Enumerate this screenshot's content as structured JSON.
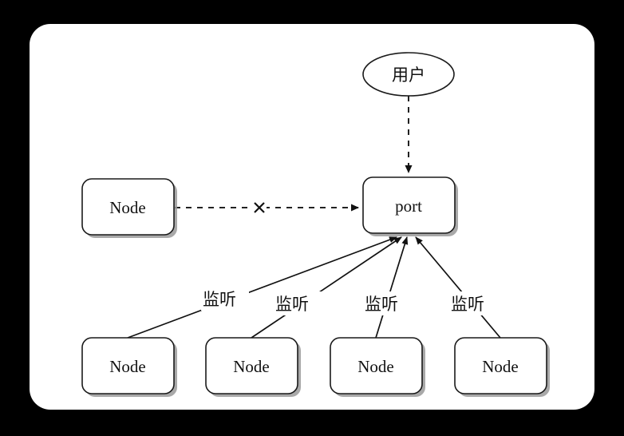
{
  "canvas": {
    "background_color": "#000000",
    "surface_color": "#ffffff"
  },
  "diagram": {
    "type": "node-port-listener-diagram",
    "actor": {
      "shape": "ellipse",
      "label": "用户"
    },
    "port": {
      "shape": "rounded-rect",
      "label": "port"
    },
    "blocked_node": {
      "shape": "rounded-rect",
      "label": "Node"
    },
    "blocked_edge": {
      "style": "dashed",
      "marker": "×",
      "marker_name": "blocked-cross"
    },
    "actor_edge": {
      "style": "dashed"
    },
    "listener_nodes": [
      {
        "label": "Node",
        "edge_label": "监听"
      },
      {
        "label": "Node",
        "edge_label": "监听"
      },
      {
        "label": "Node",
        "edge_label": "监听"
      },
      {
        "label": "Node",
        "edge_label": "监听"
      }
    ]
  }
}
